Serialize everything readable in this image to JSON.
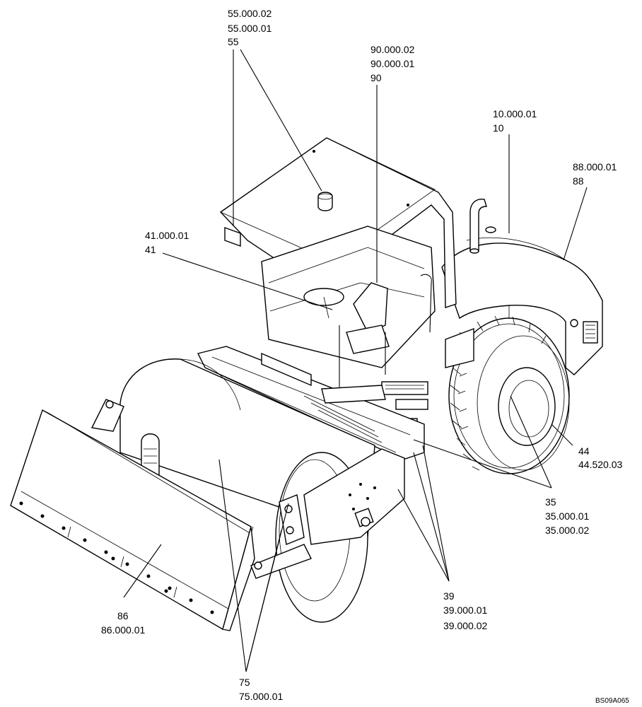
{
  "callouts": {
    "c55": {
      "line1": "55.000.02",
      "line2": "55.000.01",
      "line3": "55"
    },
    "c90": {
      "line1": "90.000.02",
      "line2": "90.000.01",
      "line3": "90"
    },
    "c10": {
      "line1": "10.000.01",
      "line2": "10"
    },
    "c88": {
      "line1": "88.000.01",
      "line2": "88"
    },
    "c41": {
      "line1": "41.000.01",
      "line2": "41"
    },
    "c44": {
      "line1": "44",
      "line2": "44.520.03"
    },
    "c35": {
      "line1": "35",
      "line2": "35.000.01",
      "line3": "35.000.02"
    },
    "c39": {
      "line1": "39",
      "line2": "39.000.01",
      "line3": "39.000.02"
    },
    "c86": {
      "line1": "86",
      "line2": "86.000.01"
    },
    "c75": {
      "line1": "75",
      "line2": "75.000.01"
    }
  },
  "drawing_code": "BS09A065"
}
